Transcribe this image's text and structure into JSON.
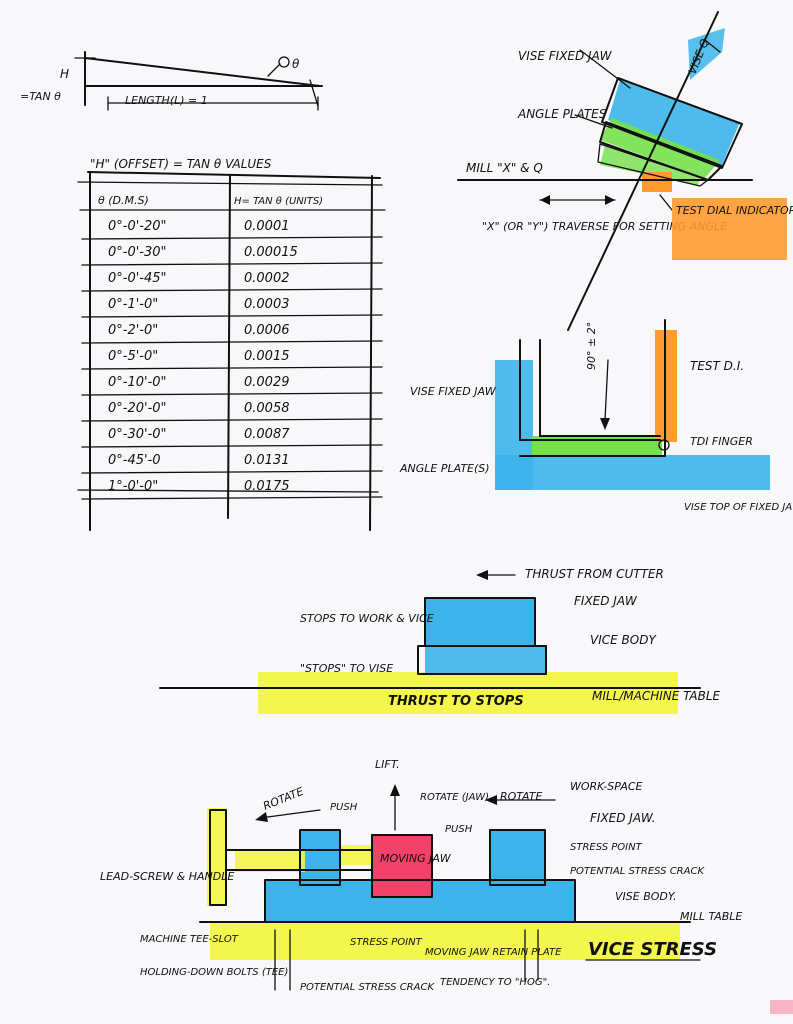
{
  "colors": {
    "paper": "#f8f8fa",
    "ink": "#111111",
    "blue": "#3cb4ea",
    "green": "#74e04a",
    "orange": "#ff9a2e",
    "yellow": "#f2f542",
    "red": "#f2426a"
  },
  "tan_sketch": {
    "height_label": "H",
    "tan_label": "=TAN θ",
    "length_label": "LENGTH(L) = 1",
    "theta_label": "θ"
  },
  "table": {
    "title": "\"H\" (OFFSET) = TAN θ VALUES",
    "headers": [
      "θ (D.M.S)",
      "H= TAN θ (UNITS)"
    ],
    "rows": [
      [
        "0°-0'-20\"",
        "0.0001"
      ],
      [
        "0°-0'-30\"",
        "0.00015"
      ],
      [
        "0°-0'-45\"",
        "0.0002"
      ],
      [
        "0°-1'-0\"",
        "0.0003"
      ],
      [
        "0°-2'-0\"",
        "0.0006"
      ],
      [
        "0°-5'-0\"",
        "0.0015"
      ],
      [
        "0°-10'-0\"",
        "0.0029"
      ],
      [
        "0°-20'-0\"",
        "0.0058"
      ],
      [
        "0°-30'-0\"",
        "0.0087"
      ],
      [
        "0°-45'-0",
        "0.0131"
      ],
      [
        "1°-0'-0\"",
        "0.0175"
      ]
    ]
  },
  "vise_setup": {
    "vise_fixed_jaw": "VISE FIXED JAW",
    "vise_q": "VISE Q",
    "angle_plates": "ANGLE PLATES",
    "mill_x": "MILL \"X\" & Q",
    "traverse": "\"X\" (OR \"Y\") TRAVERSE FOR SETTING ANGLE",
    "test_dial_indicator": "TEST DIAL INDICATOR (TDI)"
  },
  "square_detail": {
    "test_di": "TEST D.I.",
    "angle": "90° ± 2°",
    "vise_fixed_jaw": "VISE FIXED JAW",
    "tdi_finger": "TDI FINGER",
    "angle_plates": "ANGLE PLATE(S)",
    "vise_top": "VISE TOP OF FIXED JAW."
  },
  "thrust": {
    "thrust_from_cutter": "THRUST FROM CUTTER",
    "fixed_jaw": "FIXED JAW",
    "stops_to_work": "STOPS TO WORK & VICE",
    "vice_body": "VICE BODY",
    "stops_to_vise": "\"STOPS\" TO VISE",
    "thrust_stops": "THRUST TO STOPS",
    "mill_table": "MILL/MACHINE TABLE"
  },
  "vice_stress": {
    "lift": "LIFT.",
    "rotate_left": "ROTATE",
    "push_left": "PUSH",
    "rotate_jaw": "ROTATE (JAW)",
    "rotate_right": "ROTATE",
    "push_right": "PUSH",
    "work_space": "WORK-SPACE",
    "fixed_jaw": "FIXED JAW.",
    "moving_jaw": "MOVING JAW",
    "stress_point_right": "STRESS POINT",
    "lead_screw": "LEAD-SCREW & HANDLE",
    "potential_crack_right": "POTENTIAL STRESS CRACK",
    "vise_body": "VISE BODY.",
    "mill_table": "MILL TABLE",
    "tee_slot": "MACHINE TEE-SLOT",
    "stress_point_left": "STRESS POINT",
    "moving_jaw_plate": "MOVING JAW RETAIN PLATE",
    "holding_bolts": "HOLDING-DOWN BOLTS (TEE)",
    "potential_crack_left": "POTENTIAL STRESS CRACK",
    "hog": "TENDENCY TO \"HOG\".",
    "title": "VICE STRESS"
  }
}
